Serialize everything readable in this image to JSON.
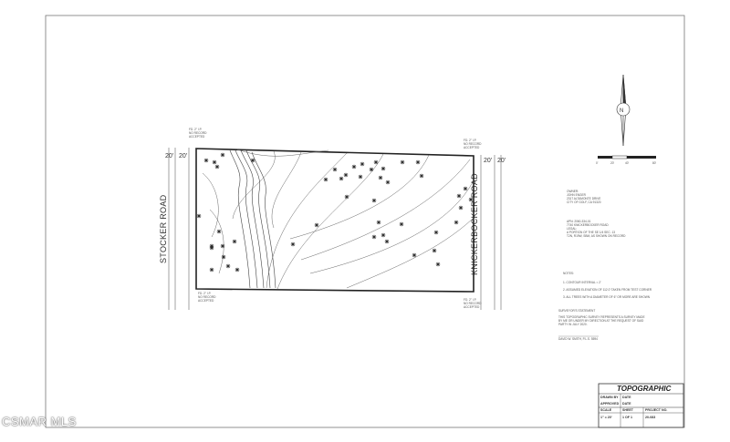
{
  "roads": {
    "left": "STOCKER ROAD",
    "right": "KNICKERBOCKER ROAD",
    "left_widths": [
      "20'",
      "20'"
    ],
    "right_widths": [
      "20'",
      "20'"
    ]
  },
  "title_block": {
    "title": "TOPOGRAPHIC",
    "drawn_by_label": "DRAWN BY",
    "approved_label": "APPROVED",
    "date_label": "DATE",
    "scale_label": "SCALE",
    "scale_value": "1\" = 20'",
    "sheet_label": "SHEET",
    "sheet_value": "1 OF 1",
    "project_label": "PROJECT NO.",
    "project_value": "20-083"
  },
  "notes": {
    "heading": "NOTES:",
    "items": [
      "1. CONTOUR INTERVAL = 2'",
      "2. ASSUMED ELEVATION OF 112.0' TAKEN FROM TEST CORNER",
      "3. ALL TREES WITH A DIAMETER OF 6\" OR MORE ARE SHOWN"
    ]
  },
  "surveyor": {
    "heading": "SURVEYOR'S STATEMENT",
    "lines": [
      "THIS TOPOGRAPHIC SURVEY REPRESENTS A SURVEY MADE",
      "BY ME OR UNDER MY DIRECTION AT THE REQUEST OF SAID",
      "PARTY IN JULY 2020."
    ],
    "signature": "DAVID W. SMITH, P.L.S. 5594"
  },
  "owner": {
    "lines": [
      "OWNER:",
      "JOHN ENGER",
      "2317 ALTAMONTE DRIVE",
      "CITY OF GOLF, CA 91320"
    ]
  },
  "apn": {
    "lines": [
      "APN: 2060-334-01",
      "7740 KNICKERBOCKER ROAD",
      "LEGAL:",
      "A PORTION OF THE SE 1/4 SEC. 13",
      "T2N, R19W, SBM, AS SHOWN ON RECORD"
    ]
  },
  "scale_bar": {
    "ticks": [
      "0'",
      "20'",
      "40'",
      "80'"
    ]
  },
  "watermark": "CSMAR MLS"
}
